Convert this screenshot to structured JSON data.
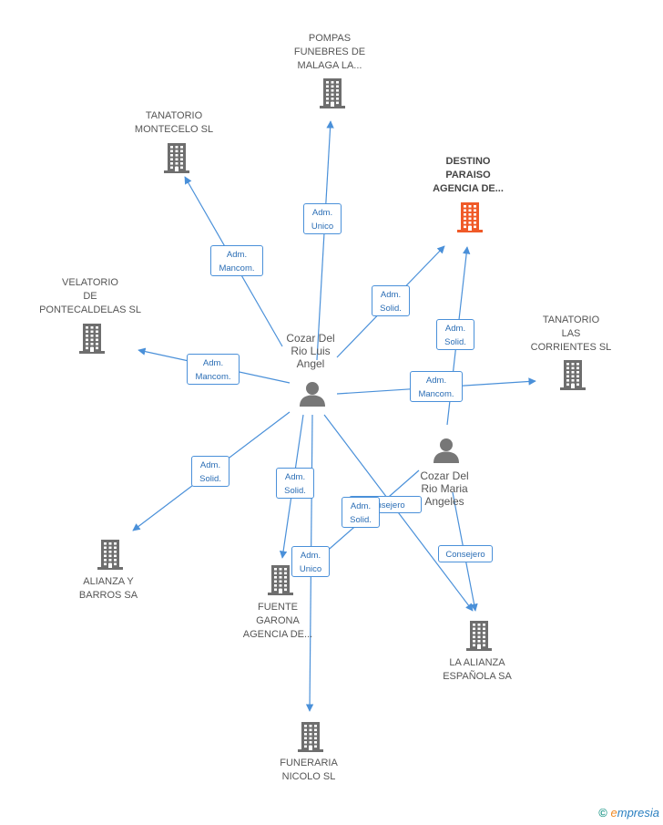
{
  "nodes": {
    "pompas": {
      "label": "POMPAS\nFUNEBRES DE\nMALAGA LA...",
      "icon": "building-icon",
      "color": "#6e6e6e"
    },
    "tanatorio_montecelo": {
      "label": "TANATORIO\nMONTECELO SL",
      "icon": "building-icon",
      "color": "#6e6e6e"
    },
    "destino": {
      "label": "DESTINO\nPARAISO\nAGENCIA DE...",
      "icon": "building-icon",
      "color": "#f05a28"
    },
    "velatorio": {
      "label": "VELATORIO\nDE\nPONTECALDELAS SL",
      "icon": "building-icon",
      "color": "#6e6e6e"
    },
    "tanatorio_corrientes": {
      "label": "TANATORIO\nLAS\nCORRIENTES SL",
      "icon": "building-icon",
      "color": "#6e6e6e"
    },
    "cozar_luis": {
      "label": "Cozar Del\nRio Luis\nAngel",
      "icon": "person-icon",
      "color": "#777777"
    },
    "cozar_maria": {
      "label": "Cozar Del\nRio Maria\nAngeles",
      "icon": "person-icon",
      "color": "#777777"
    },
    "alianza_barros": {
      "label": "ALIANZA Y\nBARROS SA",
      "icon": "building-icon",
      "color": "#6e6e6e"
    },
    "fuente_garona": {
      "label": "FUENTE\nGARONA\nAGENCIA DE...",
      "icon": "building-icon",
      "color": "#6e6e6e"
    },
    "la_alianza": {
      "label": "LA ALIANZA\nESPAÑOLA SA",
      "icon": "building-icon",
      "color": "#6e6e6e"
    },
    "funeraria": {
      "label": "FUNERARIA\nNICOLO SL",
      "icon": "building-icon",
      "color": "#6e6e6e"
    }
  },
  "edges": [
    {
      "from": "cozar_luis",
      "to": "pompas",
      "label": "Adm.\nUnico"
    },
    {
      "from": "cozar_luis",
      "to": "tanatorio_montecelo",
      "label": "Adm.\nMancom."
    },
    {
      "from": "cozar_luis",
      "to": "destino",
      "label": "Adm.\nSolid."
    },
    {
      "from": "cozar_luis",
      "to": "velatorio",
      "label": "Adm.\nMancom."
    },
    {
      "from": "cozar_luis",
      "to": "tanatorio_corrientes",
      "label": "Adm.\nMancom."
    },
    {
      "from": "cozar_maria",
      "to": "destino",
      "label": "Adm.\nSolid."
    },
    {
      "from": "cozar_luis",
      "to": "alianza_barros",
      "label": "Adm.\nSolid."
    },
    {
      "from": "cozar_luis",
      "to": "fuente_garona",
      "label": "Adm.\nSolid."
    },
    {
      "from": "cozar_maria",
      "to": "fuente_garona",
      "label": "Consejero"
    },
    {
      "from": "cozar_luis",
      "to": "la_alianza",
      "label": "Adm.\nSolid."
    },
    {
      "from": "cozar_maria",
      "to": "la_alianza",
      "label": "Consejero"
    },
    {
      "from": "cozar_luis",
      "to": "funeraria",
      "label": "Adm.\nUnico"
    }
  ],
  "colors": {
    "edge": "#4a90d9",
    "edge_label_text": "#2a6db5"
  },
  "footer": {
    "copyright": "©",
    "brand_e": "e",
    "brand_rest": "mpresia"
  }
}
